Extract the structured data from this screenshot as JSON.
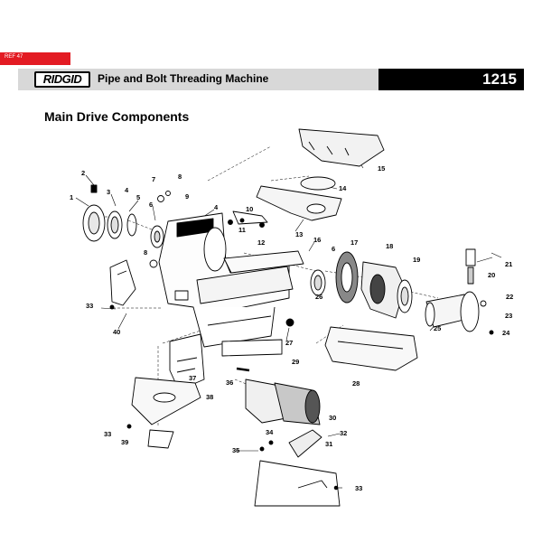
{
  "header": {
    "tag_text": "REF 47",
    "brand": "RIDGID",
    "machine_title": "Pipe and Bolt Threading Machine",
    "model_number": "1215",
    "section_title": "Main Drive Components"
  },
  "callouts": [
    "1",
    "2",
    "3",
    "4",
    "5",
    "6",
    "7",
    "8",
    "9",
    "4",
    "10",
    "11",
    "12",
    "13",
    "14",
    "15",
    "16",
    "6",
    "17",
    "18",
    "19",
    "20",
    "21",
    "22",
    "23",
    "24",
    "25",
    "26",
    "27",
    "28",
    "29",
    "8",
    "33",
    "40",
    "37",
    "36",
    "38",
    "30",
    "32",
    "31",
    "34",
    "35",
    "33",
    "39",
    "33"
  ],
  "colors": {
    "accent": "#e31b23",
    "header_bar": "#d8d8d8",
    "header_black": "#000000"
  }
}
